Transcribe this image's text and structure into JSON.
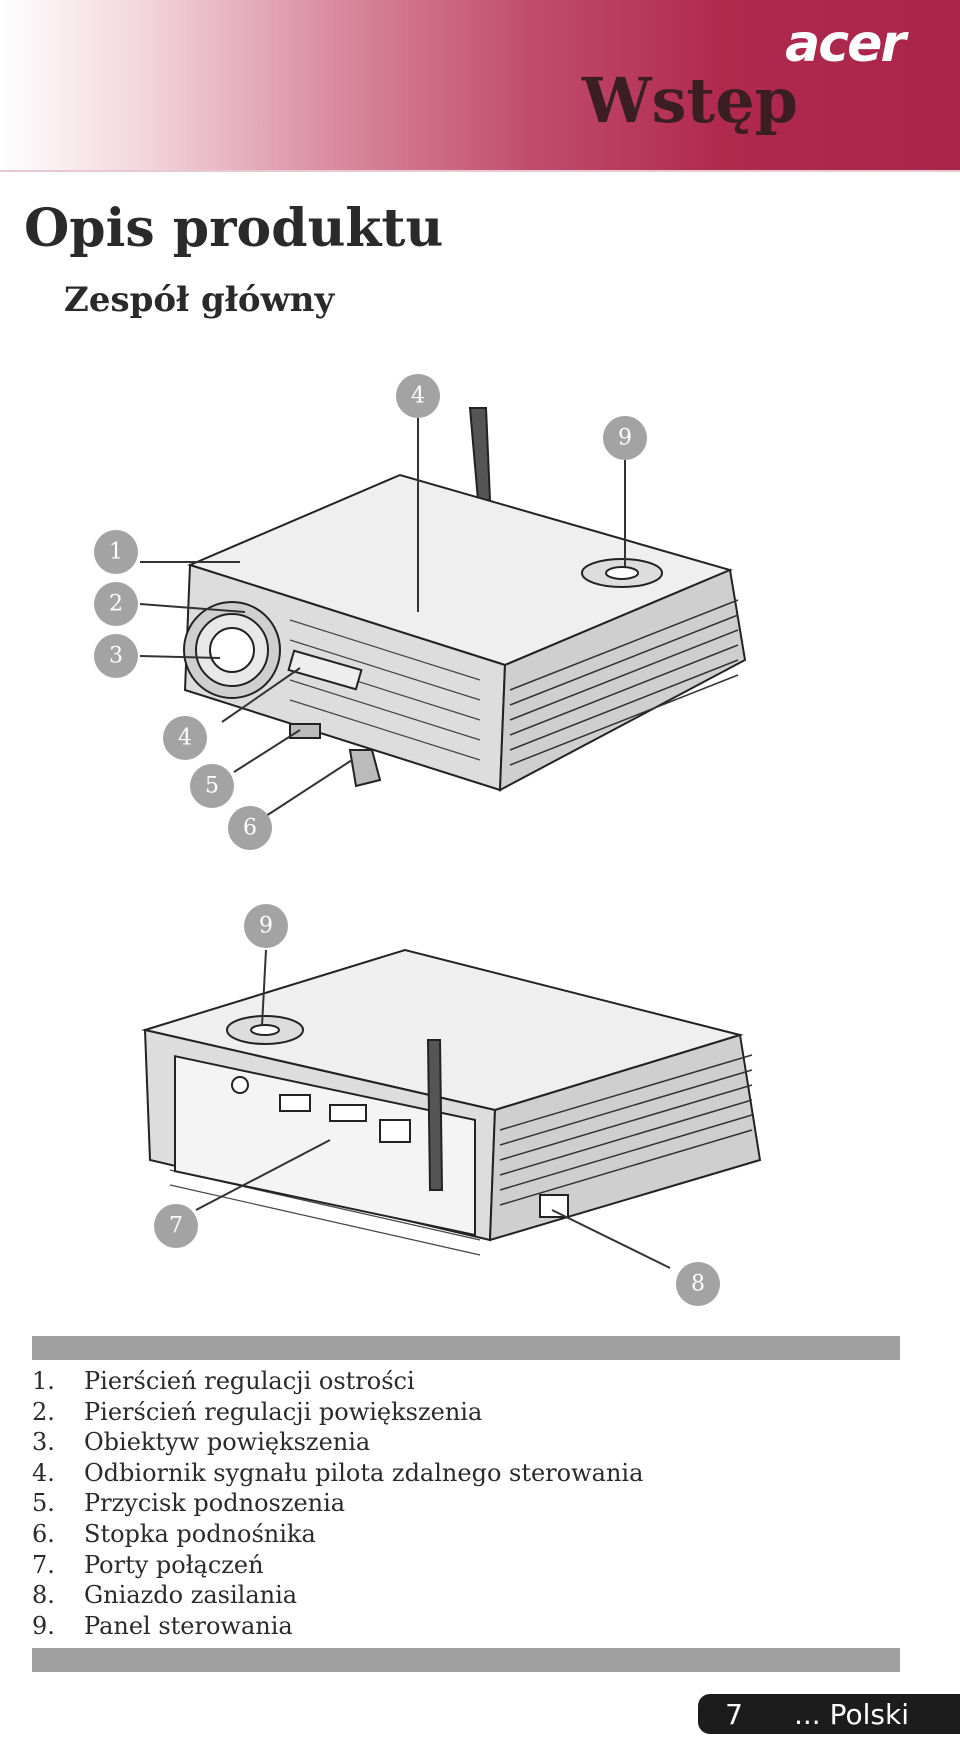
{
  "header": {
    "brand": "acer",
    "section": "Wstęp"
  },
  "page": {
    "title": "Opis produktu",
    "subtitle": "Zespół główny"
  },
  "figure": {
    "callouts": [
      "4",
      "9",
      "1",
      "2",
      "3",
      "4",
      "5",
      "6",
      "9",
      "7",
      "8"
    ]
  },
  "legend": {
    "items": [
      {
        "num": "1.",
        "text": "Pierścień regulacji ostrości"
      },
      {
        "num": "2.",
        "text": "Pierścień regulacji powiększenia"
      },
      {
        "num": "3.",
        "text": "Obiektyw powiększenia"
      },
      {
        "num": "4.",
        "text": "Odbiornik sygnału pilota zdalnego sterowania"
      },
      {
        "num": "5.",
        "text": "Przycisk podnoszenia"
      },
      {
        "num": "6.",
        "text": "Stopka podnośnika"
      },
      {
        "num": "7.",
        "text": "Porty połączeń"
      },
      {
        "num": "8.",
        "text": "Gniazdo zasilania"
      },
      {
        "num": "9.",
        "text": "Panel sterowania"
      }
    ]
  },
  "footer": {
    "page_number": "7",
    "language": "... Polski"
  }
}
